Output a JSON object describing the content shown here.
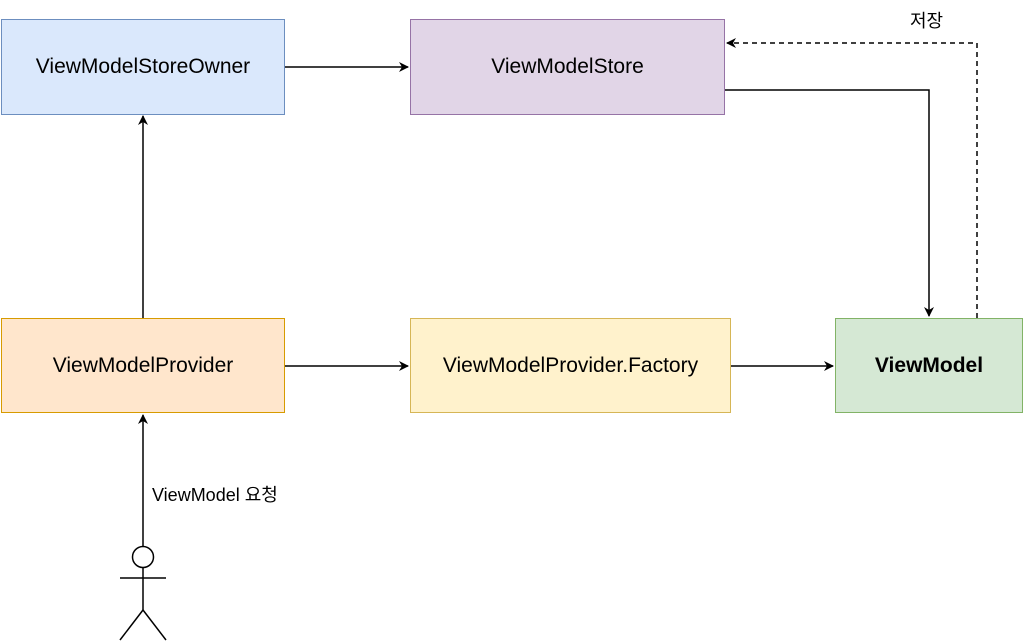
{
  "nodes": {
    "owner": {
      "label": "ViewModelStoreOwner",
      "fill": "#dae8fc",
      "stroke": "#6c8ebf"
    },
    "store": {
      "label": "ViewModelStore",
      "fill": "#e1d5e7",
      "stroke": "#9673a6"
    },
    "provider": {
      "label": "ViewModelProvider",
      "fill": "#ffe6cc",
      "stroke": "#d79b00"
    },
    "factory": {
      "label": "ViewModelProvider.Factory",
      "fill": "#fff2cc",
      "stroke": "#d6b656"
    },
    "viewmodel": {
      "label": "ViewModel",
      "fill": "#d5e8d4",
      "stroke": "#82b366"
    }
  },
  "labels": {
    "save": "저장",
    "request": "ViewModel 요청"
  }
}
